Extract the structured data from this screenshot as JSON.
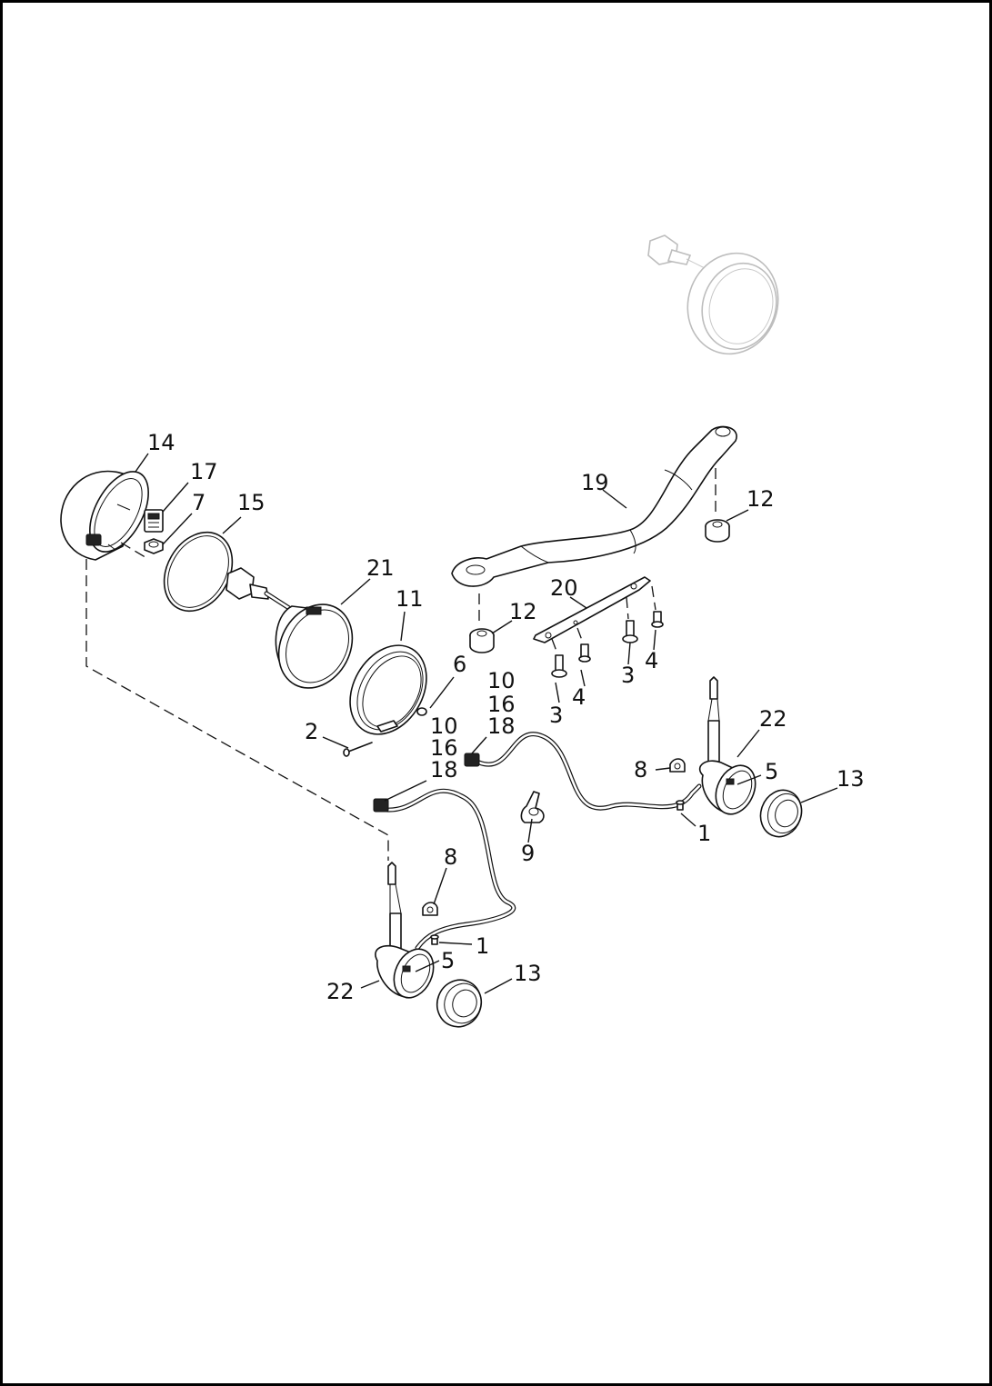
{
  "callouts": [
    {
      "id": "c14",
      "label": "14"
    },
    {
      "id": "c17",
      "label": "17"
    },
    {
      "id": "c7",
      "label": "7"
    },
    {
      "id": "c15",
      "label": "15"
    },
    {
      "id": "c21",
      "label": "21"
    },
    {
      "id": "c11",
      "label": "11"
    },
    {
      "id": "c19",
      "label": "19"
    },
    {
      "id": "c12a",
      "label": "12"
    },
    {
      "id": "c12b",
      "label": "12"
    },
    {
      "id": "c20",
      "label": "20"
    },
    {
      "id": "c6",
      "label": "6"
    },
    {
      "id": "c2",
      "label": "2"
    },
    {
      "id": "c10a",
      "label": "10"
    },
    {
      "id": "c16a",
      "label": "16"
    },
    {
      "id": "c18a",
      "label": "18"
    },
    {
      "id": "c10b",
      "label": "10"
    },
    {
      "id": "c16b",
      "label": "16"
    },
    {
      "id": "c18b",
      "label": "18"
    },
    {
      "id": "c3a",
      "label": "3"
    },
    {
      "id": "c4a",
      "label": "4"
    },
    {
      "id": "c3b",
      "label": "3"
    },
    {
      "id": "c4b",
      "label": "4"
    },
    {
      "id": "c22a",
      "label": "22"
    },
    {
      "id": "c8a",
      "label": "8"
    },
    {
      "id": "c5a",
      "label": "5"
    },
    {
      "id": "c13a",
      "label": "13"
    },
    {
      "id": "c1a",
      "label": "1"
    },
    {
      "id": "c9",
      "label": "9"
    },
    {
      "id": "c8b",
      "label": "8"
    },
    {
      "id": "c1b",
      "label": "1"
    },
    {
      "id": "c5b",
      "label": "5"
    },
    {
      "id": "c22b",
      "label": "22"
    },
    {
      "id": "c13b",
      "label": "13"
    }
  ]
}
